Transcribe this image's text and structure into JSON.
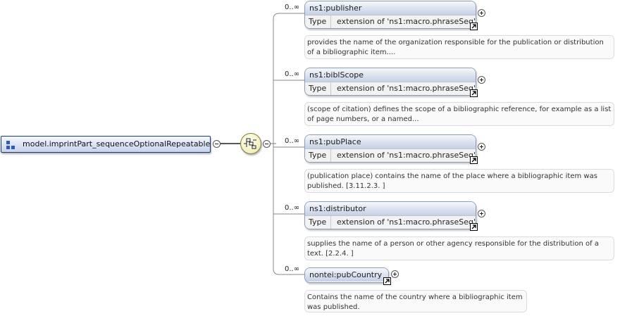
{
  "root": {
    "label": "model.imprintPart_sequenceOptionalRepeatable",
    "icon": "model-group-icon"
  },
  "compositor": {
    "icon": "sequence-icon"
  },
  "children": [
    {
      "occurrence": "0..∞",
      "name": "ns1:publisher",
      "type_key": "Type",
      "type_value": "extension of 'ns1:macro.phraseSeq'",
      "doc": "provides the name of the organization responsible for the publication or distribution of a bibliographic item...."
    },
    {
      "occurrence": "0..∞",
      "name": "ns1:biblScope",
      "type_key": "Type",
      "type_value": "extension of 'ns1:macro.phraseSeq'",
      "doc": "(scope of citation) defines the scope of a bibliographic reference, for example as a list of page numbers, or a named..."
    },
    {
      "occurrence": "0..∞",
      "name": "ns1:pubPlace",
      "type_key": "Type",
      "type_value": "extension of 'ns1:macro.phraseSeq'",
      "doc": "(publication place) contains the name of the place where a bibliographic item was published. [3.11.2.3. ]"
    },
    {
      "occurrence": "0..∞",
      "name": "ns1:distributor",
      "type_key": "Type",
      "type_value": "extension of 'ns1:macro.phraseSeq'",
      "doc": "supplies the name of a person or other agency responsible for the distribution of a text. [2.2.4. ]"
    },
    {
      "occurrence": "0..∞",
      "name": "nontei:pubCountry",
      "doc": "Contains the name of the country where a bibliographic item was published."
    }
  ]
}
